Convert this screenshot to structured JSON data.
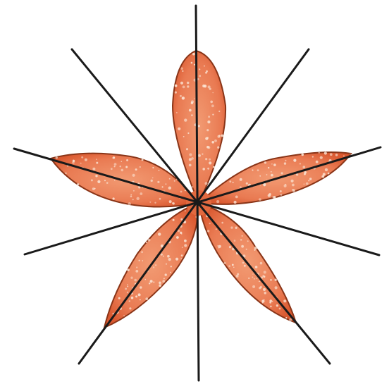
{
  "figure": {
    "subject": "starfish",
    "arm_count": 5,
    "symmetry_line_count": 5,
    "symmetry": "radial",
    "colors": {
      "background": "#ffffff",
      "body_fill": "#e97a52",
      "body_shade": "#d9582f",
      "body_outline": "#8a3518",
      "speckle": "#fbe6d6",
      "symmetry_line": "#1a1a1a"
    }
  }
}
